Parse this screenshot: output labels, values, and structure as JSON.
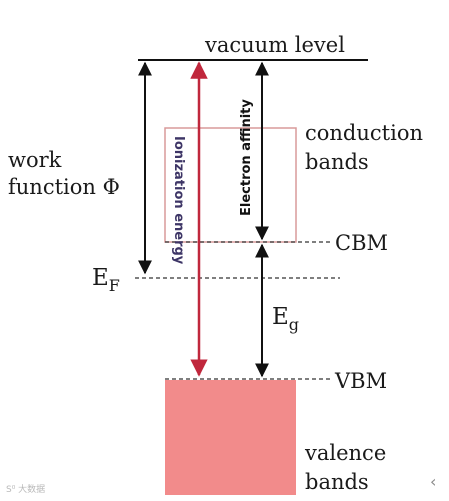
{
  "labels": {
    "vacuum_level": "vacuum level",
    "work_function_line1": "work",
    "work_function_line2": "function Φ",
    "conduction_bands_line1": "conduction",
    "conduction_bands_line2": "bands",
    "cbm": "CBM",
    "fermi_E": "E",
    "fermi_sub": "F",
    "gap_E": "E",
    "gap_sub": "g",
    "vbm": "VBM",
    "valence_bands_line1": "valence",
    "valence_bands_line2": "bands",
    "ionization_energy": "Ionization energy",
    "electron_affinity": "Electron affinity"
  },
  "colors": {
    "ionization_arrow": "#c0273c",
    "ionization_text": "#3d3566",
    "conduction_box": "#d99a9a",
    "valence_fill": "#f28b8b"
  },
  "watermark": "S⁰ 大数据",
  "back_icon": "‹"
}
